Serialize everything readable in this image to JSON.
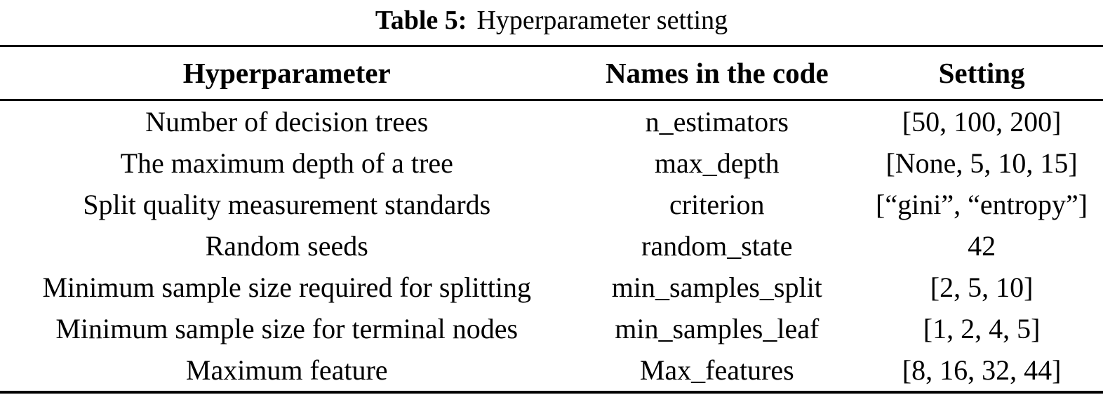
{
  "caption": {
    "label": "Table 5:",
    "title": "Hyperparameter setting"
  },
  "table": {
    "headers": [
      "Hyperparameter",
      "Names in the code",
      "Setting"
    ],
    "rows": [
      [
        "Number of decision trees",
        "n_estimators",
        "[50, 100, 200]"
      ],
      [
        "The maximum depth of a tree",
        "max_depth",
        "[None, 5, 10, 15]"
      ],
      [
        "Split quality measurement standards",
        "criterion",
        "[“gini”, “entropy”]"
      ],
      [
        "Random seeds",
        "random_state",
        "42"
      ],
      [
        "Minimum sample size required for splitting",
        "min_samples_split",
        "[2, 5, 10]"
      ],
      [
        "Minimum sample size for terminal nodes",
        "min_samples_leaf",
        "[1, 2, 4, 5]"
      ],
      [
        "Maximum feature",
        "Max_features",
        "[8, 16, 32, 44]"
      ]
    ]
  }
}
